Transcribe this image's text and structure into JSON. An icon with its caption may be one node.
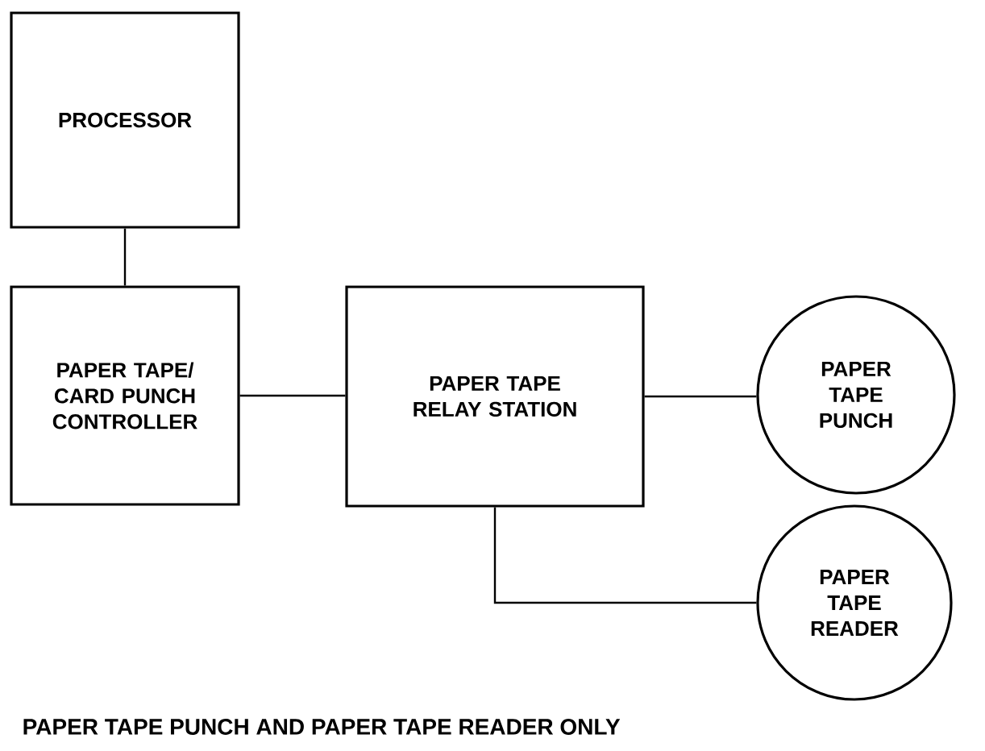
{
  "diagram": {
    "caption": "PAPER TAPE PUNCH AND PAPER TAPE READER ONLY",
    "nodes": [
      {
        "text": [
          "PROCESSOR"
        ]
      },
      {
        "text": [
          "PAPER TAPE/ CARD PUNCH CONTROLLER"
        ]
      },
      {
        "text": [
          "PAPER TAPE RELAY STATION"
        ]
      },
      {
        "text": [
          "PAPER TAPE PUNCH"
        ]
      },
      {
        "text": [
          "PAPER TAPE READER"
        ]
      }
    ],
    "edges": [
      {
        "from": 0,
        "to": 1,
        "arrow": "none"
      },
      {
        "from": 1,
        "to": 2,
        "arrow": "none"
      },
      {
        "from": 2,
        "to": 3,
        "arrow": "none"
      },
      {
        "from": 2,
        "to": 4,
        "arrow": "none"
      }
    ]
  }
}
